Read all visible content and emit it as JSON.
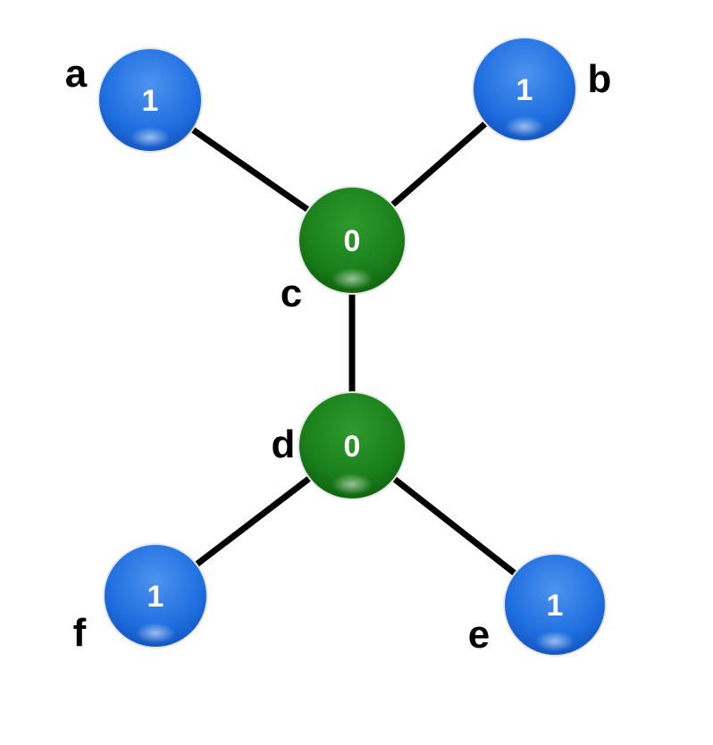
{
  "colors": {
    "blue_node": "#1f6fe0",
    "green_node": "#1a7f1a",
    "edge": "#000000",
    "node_text": "#ffffff",
    "name_text": "#000000"
  },
  "nodes": [
    {
      "id": "a",
      "name": "a",
      "value": "1",
      "color": "blue"
    },
    {
      "id": "b",
      "name": "b",
      "value": "1",
      "color": "blue"
    },
    {
      "id": "c",
      "name": "c",
      "value": "0",
      "color": "green"
    },
    {
      "id": "d",
      "name": "d",
      "value": "0",
      "color": "green"
    },
    {
      "id": "e",
      "name": "e",
      "value": "1",
      "color": "blue"
    },
    {
      "id": "f",
      "name": "f",
      "value": "1",
      "color": "blue"
    }
  ],
  "edges": [
    {
      "from": "a",
      "to": "c"
    },
    {
      "from": "b",
      "to": "c"
    },
    {
      "from": "c",
      "to": "d"
    },
    {
      "from": "d",
      "to": "f"
    },
    {
      "from": "d",
      "to": "e"
    }
  ]
}
